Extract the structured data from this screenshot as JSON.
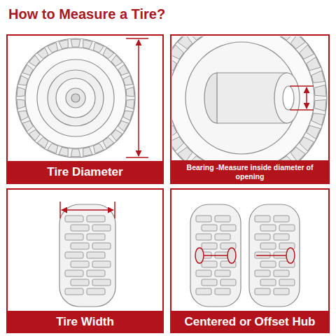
{
  "diagram": {
    "title": "How to Measure a Tire?",
    "nodes": [
      {
        "text": [
          "Tire Diameter"
        ]
      },
      {
        "text": [
          "Bearing -Measure inside diameter of opening"
        ]
      },
      {
        "text": [
          "Tire Width"
        ]
      },
      {
        "text": [
          "Centered or Offset Hub"
        ]
      }
    ]
  }
}
